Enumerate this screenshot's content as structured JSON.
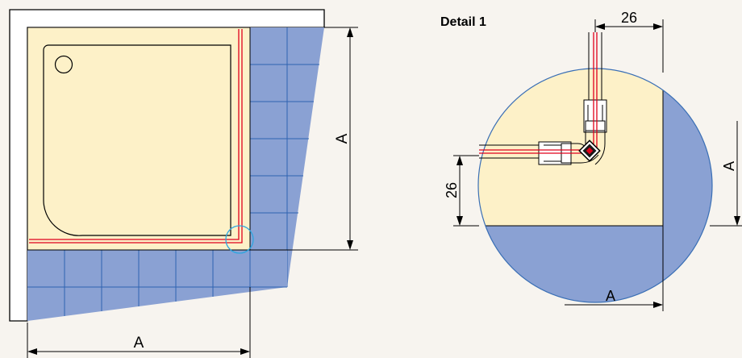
{
  "plan_view": {
    "dim_width_label": "A",
    "dim_height_label": "A"
  },
  "detail": {
    "title": "Detail 1",
    "dim_top_label": "26",
    "dim_left_label": "26",
    "dim_right_label": "A",
    "dim_bottom_label": "A"
  },
  "colors": {
    "background": "#f7f4ef",
    "tray_fill": "#fdf1c8",
    "tile_blue": "#8aa1d3",
    "tile_lines": "#2f63b0",
    "glass_line": "#e0001b",
    "detail_circle_stroke": "#3a6fb5",
    "callout_circle": "#2ca6e0"
  }
}
